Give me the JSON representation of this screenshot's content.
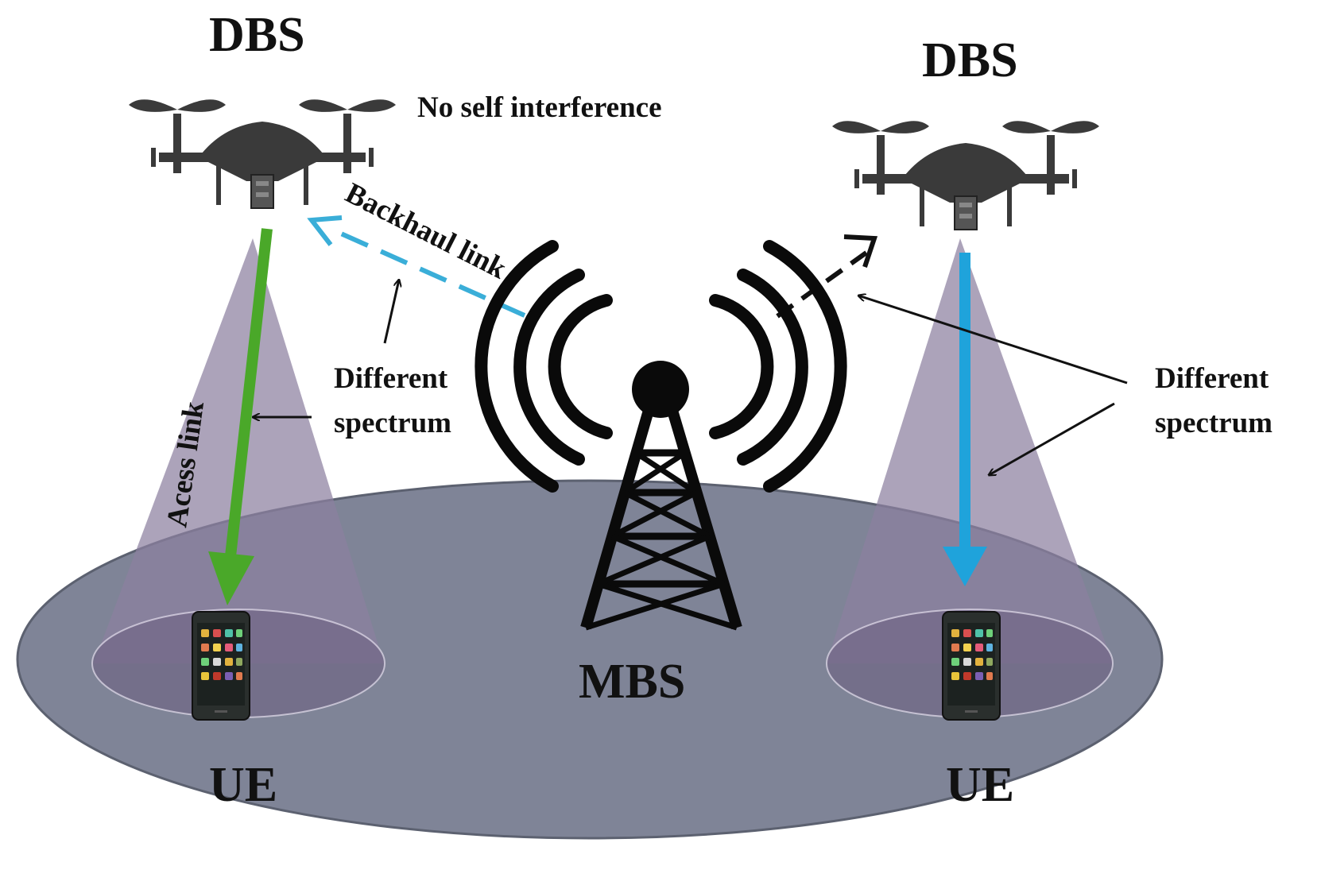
{
  "labels": {
    "dbs_left": "DBS",
    "dbs_right": "DBS",
    "no_self_interference": "No self interference",
    "backhaul_link": "Backhaul link",
    "access_link": "Acess link",
    "diff_left_line1": "Different",
    "diff_left_line2": "spectrum",
    "diff_right_line1": "Different",
    "diff_right_line2": "spectrum",
    "mbs": "MBS",
    "ue_left": "UE",
    "ue_right": "UE"
  },
  "colors": {
    "ground": "#7f8497",
    "cone": "#8c7fa0",
    "access_link_left": "#4aa829",
    "access_link_right": "#1fa3db",
    "backhaul_left": "#3aaed8",
    "backhaul_right": "#111111",
    "drone": "#3a3a3a",
    "tower": "#0a0a0a"
  },
  "icons": {
    "drone": "quadcopter-icon",
    "tower": "cell-tower-icon",
    "phone": "smartphone-icon"
  }
}
